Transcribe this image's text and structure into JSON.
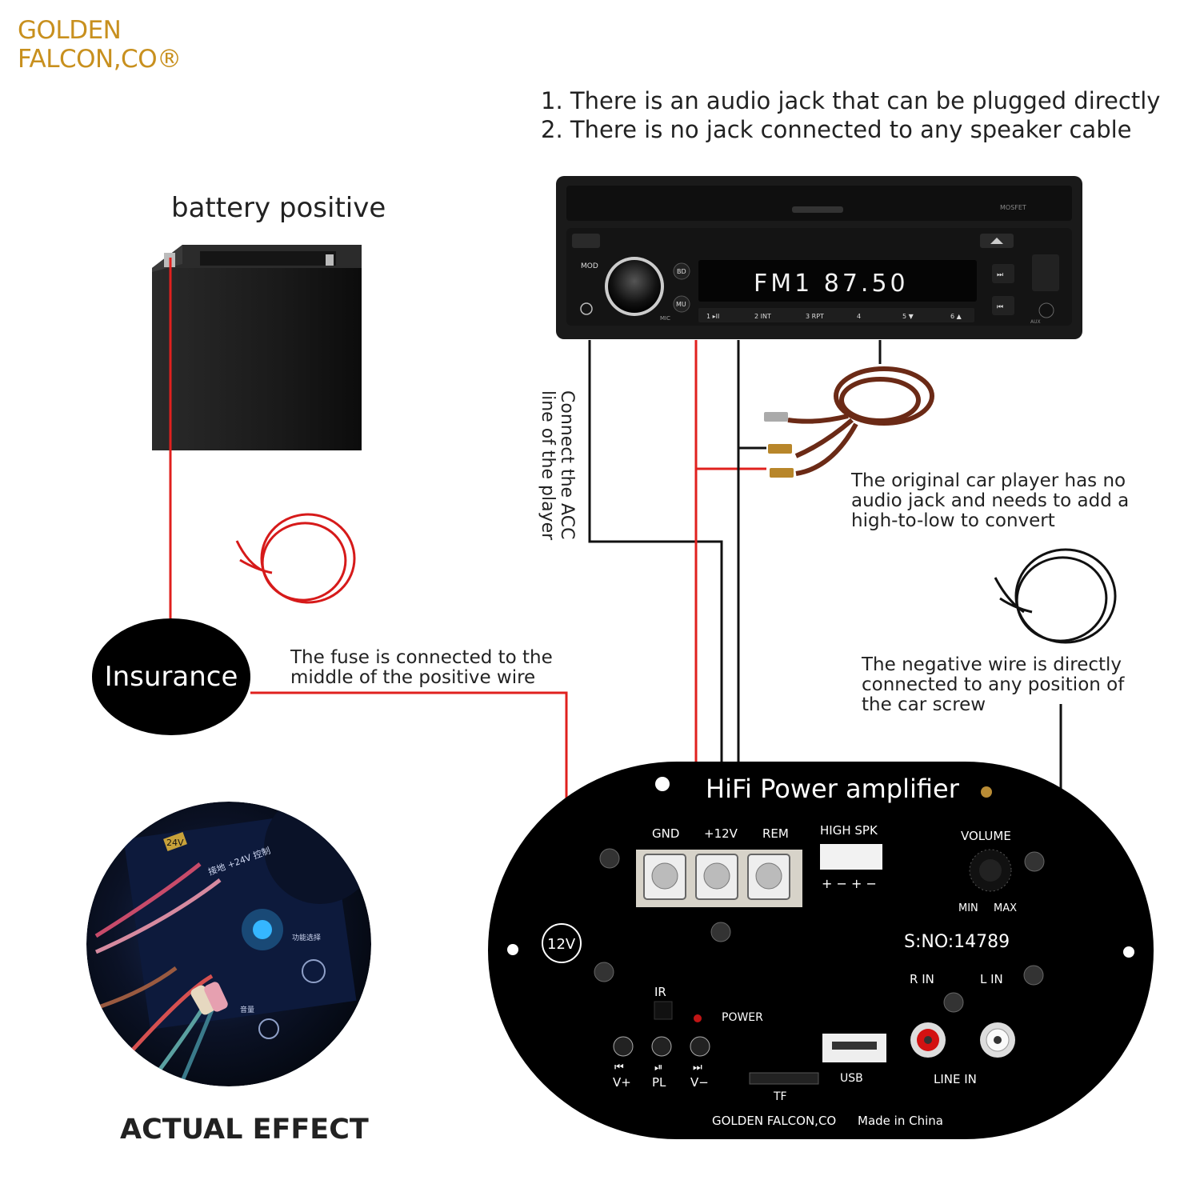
{
  "brand": {
    "line1": "GOLDEN",
    "line2": "FALCON,CO®"
  },
  "notes": [
    "1. There is an audio jack that can be plugged directly",
    "2. There is no jack connected to any speaker cable"
  ],
  "battery": {
    "label": "battery positive"
  },
  "player": {
    "display": "FM1  87.50",
    "brand_text": "MOSFET",
    "mod": "MOD",
    "bd": "BD",
    "mu": "MU",
    "mic": "MIC",
    "aux": "AUX",
    "presets": [
      "1 ▸II",
      "2 INT",
      "3 RPT",
      "4",
      "5 ▼",
      "6 ▲"
    ]
  },
  "labels": {
    "acc": "Connect the ACC line of the player",
    "converter": [
      "The original car player has no",
      "audio jack and needs to add a",
      "high-to-low to convert"
    ],
    "negative": [
      "The negative wire is directly",
      "connected to any position of",
      "the car screw"
    ],
    "fuse": [
      "The fuse is connected to the",
      "middle of the positive wire"
    ],
    "insurance": "Insurance",
    "actual_effect": "ACTUAL EFFECT"
  },
  "amplifier": {
    "title": "HiFi Power amplifier",
    "terminals": [
      "GND",
      "+12V",
      "REM"
    ],
    "high_spk": "HIGH SPK",
    "high_spk_signs": "+ − + −",
    "volume": "VOLUME",
    "min": "MIN",
    "max": "MAX",
    "voltage": "12V",
    "serial": "S:NO:14789",
    "rin": "R IN",
    "lin": "L IN",
    "ir": "IR",
    "power": "POWER",
    "buttons": [
      {
        "icon": "⏮",
        "label": "V+"
      },
      {
        "icon": "⏯",
        "label": "PL"
      },
      {
        "icon": "⏭",
        "label": "V−"
      }
    ],
    "usb": "USB",
    "tf": "TF",
    "line_in": "LINE IN",
    "maker": "GOLDEN FALCON,CO",
    "made_in": "Made in China"
  },
  "photo": {
    "badge": "24V",
    "chinese": [
      "接地 +24V 控制",
      "功能选择",
      "音量"
    ]
  },
  "colors": {
    "brand": "#c8901e",
    "wire_red": "#e0201e",
    "wire_black": "#111111"
  }
}
